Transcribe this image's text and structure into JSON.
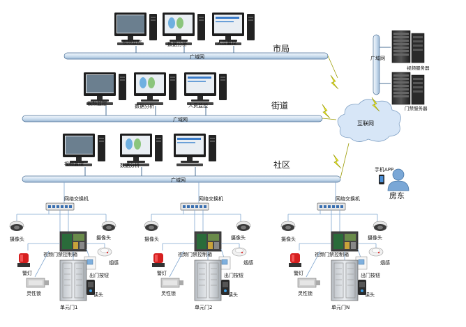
{
  "levels": {
    "city": {
      "name": "市局",
      "network": "广域网",
      "workstations": [
        "视频监控",
        "数据分析",
        "人员监控"
      ]
    },
    "street": {
      "name": "街道",
      "network": "广域网",
      "workstations": [
        "视频监控",
        "数据分析",
        "人员监控"
      ]
    },
    "community": {
      "name": "社区",
      "network": "广域网",
      "workstations": [
        "视频监控",
        "数据分析",
        ""
      ]
    }
  },
  "trunk": {
    "network": "广域网"
  },
  "internet": {
    "label": "互联网"
  },
  "servers": [
    "视频服务器",
    "门禁服务器"
  ],
  "owner": {
    "app": "手机APP",
    "label": "房东"
  },
  "units": [
    {
      "switch": "网络交换机",
      "camera_left": "摄像头",
      "camera_right": "摄像头",
      "controller": "视频门禁控制箱",
      "alarm": "警灯",
      "smoke": "烟感",
      "exit_button": "出门按钮",
      "lock": "灵性锁",
      "reader": "读头",
      "door": "单元门1"
    },
    {
      "switch": "网络交换机",
      "camera_left": "摄像头",
      "camera_right": "摄像头",
      "controller": "视频门禁控制箱",
      "alarm": "警灯",
      "smoke": "烟感",
      "exit_button": "出门按钮",
      "lock": "灵性锁",
      "reader": "读头",
      "door": "单元门2"
    },
    {
      "switch": "网络交换机",
      "camera_left": "摄像头",
      "camera_right": "摄像头",
      "controller": "视频门禁控制箱",
      "alarm": "警灯",
      "smoke": "烟感",
      "exit_button": "出门按钮",
      "lock": "灵性锁",
      "reader": "读头",
      "door": "单元门N"
    }
  ],
  "colors": {
    "bus_fill": "#dce8f4",
    "bus_stroke": "#4a6f96",
    "bolt": "#e5e500",
    "cloud": "#d7e6f7"
  }
}
